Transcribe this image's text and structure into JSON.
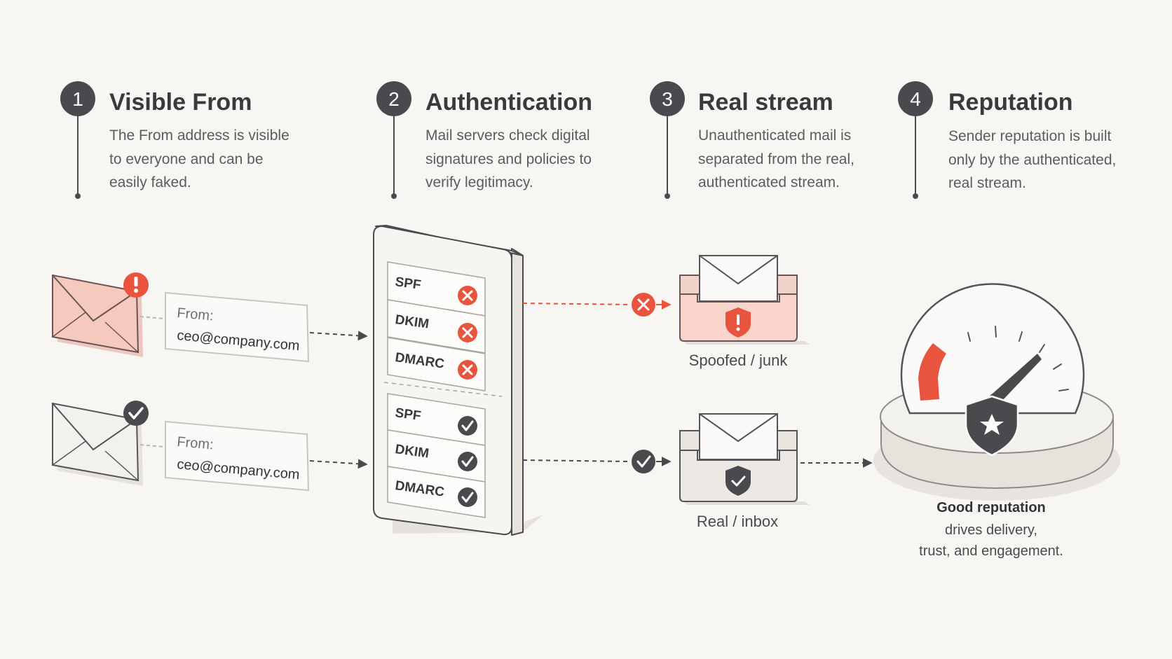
{
  "colors": {
    "accent": "#e8543e",
    "dark": "#4a4a4e",
    "background": "#f8f6f3",
    "light_red": "#f6c9bf"
  },
  "steps": [
    {
      "number": "1",
      "title": "Visible From",
      "lines": [
        "The From address is visible",
        "to everyone and can be",
        "easily faked."
      ]
    },
    {
      "number": "2",
      "title": "Authentication",
      "lines": [
        "Mail servers check digital",
        "signatures and policies to",
        "verify legitimacy."
      ]
    },
    {
      "number": "3",
      "title": "Real stream",
      "lines": [
        "Unauthenticated mail is",
        "separated from the real,",
        "authenticated stream."
      ]
    },
    {
      "number": "4",
      "title": "Reputation",
      "lines": [
        "Sender reputation is built",
        "only by the authenticated,",
        "real stream."
      ]
    }
  ],
  "messages": [
    {
      "from_label": "From:",
      "address": "ceo@company.com",
      "badge_icon": "exclamation-icon"
    },
    {
      "from_label": "From:",
      "address": "ceo@company.com",
      "badge_icon": "check-icon"
    }
  ],
  "auth_checks": {
    "failed": [
      {
        "label": "SPF",
        "status": "fail"
      },
      {
        "label": "DKIM",
        "status": "fail"
      },
      {
        "label": "DMARC",
        "status": "fail"
      }
    ],
    "passed": [
      {
        "label": "SPF",
        "status": "pass"
      },
      {
        "label": "DKIM",
        "status": "pass"
      },
      {
        "label": "DMARC",
        "status": "pass"
      }
    ]
  },
  "outcomes": {
    "spoofed": "Spoofed / junk",
    "real": "Real / inbox"
  },
  "reputation": {
    "title": "Good reputation",
    "lines": [
      "drives delivery,",
      "trust, and engagement."
    ],
    "gauge_icon": "shield-star-icon"
  }
}
